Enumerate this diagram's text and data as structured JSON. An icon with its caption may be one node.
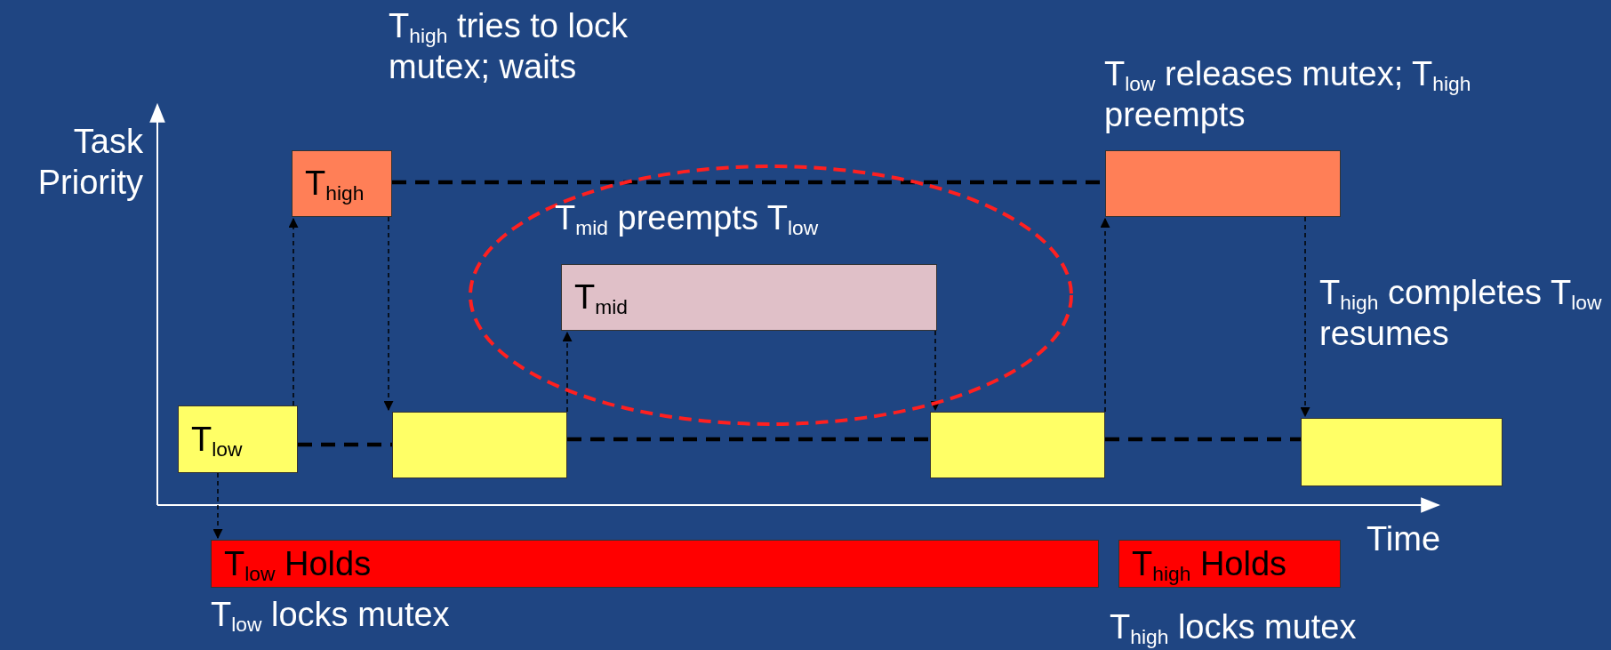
{
  "diagram": {
    "nodes": [
      {
        "text": [
          "T$_{high}$"
        ]
      },
      {
        "text": [],
        "shape": "box"
      },
      {
        "text": [
          "T$_{mid}$ preempts T$_{low}$"
        ]
      },
      {
        "text": [
          "T$_{mid}$"
        ],
        "in": 2
      },
      {
        "text": [
          "T$_{low}$"
        ]
      },
      {
        "text": [],
        "shape": "box"
      },
      {
        "text": [],
        "shape": "box"
      },
      {
        "text": [],
        "shape": "box"
      },
      {
        "text": [
          "T$_{low}$ Holds"
        ]
      },
      {
        "text": [
          "T$_{high}$ Holds"
        ]
      }
    ],
    "edges": [
      {
        "from": 4,
        "to": 0,
        "arrow": "to",
        "style": "dashed"
      },
      {
        "from": 0,
        "to": 5,
        "arrow": "to",
        "style": "dashed"
      },
      {
        "from": 5,
        "to": 3,
        "arrow": "to",
        "style": "dashed"
      },
      {
        "from": 3,
        "to": 6,
        "arrow": "to",
        "style": "dashed"
      },
      {
        "from": 6,
        "to": 1,
        "arrow": "to",
        "style": "dashed"
      },
      {
        "from": 1,
        "to": 7,
        "arrow": "to",
        "style": "dashed"
      },
      {
        "from": 4,
        "to": 8,
        "arrow": "to",
        "style": "dashed"
      },
      {
        "from": 0,
        "to": 1,
        "arrow": "none",
        "style": "dashed"
      },
      {
        "from": 4,
        "to": 5,
        "arrow": "none",
        "style": "dashed"
      },
      {
        "from": 5,
        "to": 6,
        "arrow": "none",
        "style": "dashed"
      },
      {
        "from": 6,
        "to": 7,
        "arrow": "none",
        "style": "dashed"
      }
    ],
    "labels": [
      "T$_{high}$ tries to lock mutex; waits",
      "Task Priority",
      "T$_{low}$ releases mutex; T$_{high}$ preempts",
      "T$_{high}$ completes T$_{low}$ resumes",
      "Time",
      "T$_{low}$ locks mutex",
      "T$_{high}$ locks mutex"
    ]
  }
}
